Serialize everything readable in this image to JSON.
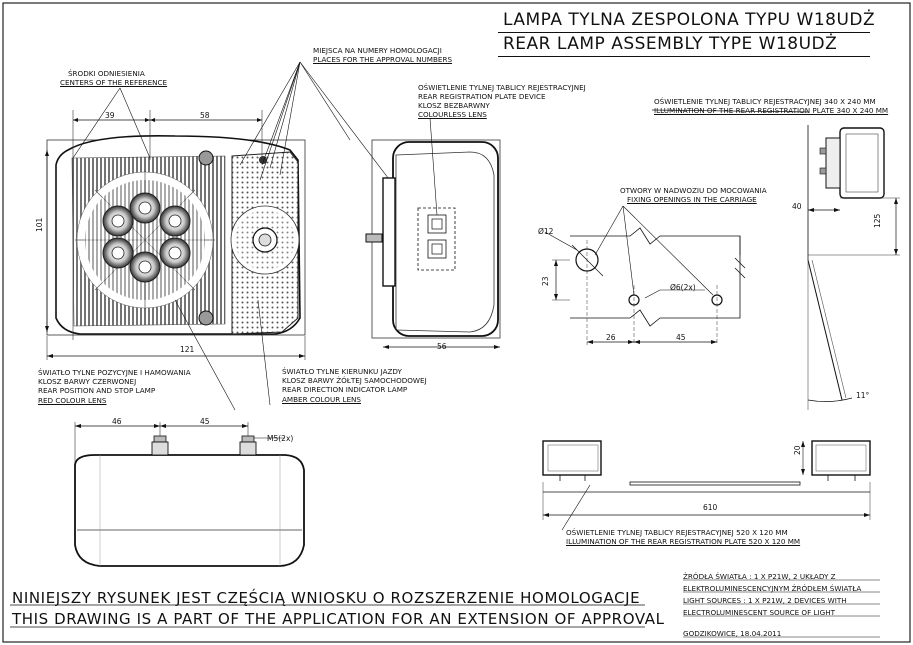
{
  "titles": {
    "pl": "LAMPA TYLNA ZESPOLONA TYPU W18UDŻ",
    "en": "REAR LAMP ASSEMBLY TYPE W18UDŻ"
  },
  "labels": {
    "reference_pl": "ŚRODKI ODNIESIENIA",
    "reference_en": "CENTERS OF THE REFERENCE",
    "approval_pl": "MIEJSCA NA NUMERY HOMOLOGACJI",
    "approval_en": "PLACES FOR THE APPROVAL NUMBERS",
    "plate_device_pl": "OŚWIETLENIE TYLNEJ TABLICY REJESTRACYJNEJ",
    "plate_device_en": "REAR REGISTRATION PLATE DEVICE",
    "colourless_pl": "KLOSZ BEZBARWNY",
    "colourless_en": "COLOURLESS LENS",
    "illum340_pl": "OŚWIETLENIE TYLNEJ TABLICY REJESTRACYJNEJ 340 X 240 MM",
    "illum340_en": "ILLUMINATION OF THE REAR REGISTRATION PLATE 340 X 240 MM",
    "fixing_pl": "OTWORY W NADWOZIU DO MOCOWANIA",
    "fixing_en": "FIXING OPENINGS IN THE CARRIAGE",
    "position_pl1": "ŚWIATŁO TYLNE POZYCYJNE I HAMOWANIA",
    "position_pl2": "KLOSZ BARWY CZERWONEJ",
    "position_en1": "REAR POSITION AND STOP LAMP",
    "position_en2": "RED COLOUR LENS",
    "indicator_pl1": "ŚWIATŁO TYLNE KIERUNKU JAZDY",
    "indicator_pl2": "KLOSZ BARWY ŻÓŁTEJ SAMOCHODOWEJ",
    "indicator_en1": "REAR DIRECTION INDICATOR LAMP",
    "indicator_en2": "AMBER COLOUR LENS",
    "illum520_pl": "OŚWIETLENIE TYLNEJ TABLICY REJESTRACYJNEJ 520 X 120 MM",
    "illum520_en": "ILLUMINATION OF THE REAR REGISTRATION PLATE 520 X 120 MM",
    "sources1": "ŹRÓDŁA ŚWIATŁA : 1 X P21W, 2 UKŁADY Z",
    "sources2": "ELEKTROLUMINESCENCYJNYM ŹRÓDŁEM ŚWIATŁA",
    "sources3": "LIGHT SOURCES : 1 X P21W, 2 DEVICES WITH",
    "sources4": "ELECTROLUMINESCENT SOURCE OF LIGHT",
    "date": "GODZIKOWICE,  18.04.2011"
  },
  "dimensions": {
    "d39": "39",
    "d58": "58",
    "d101": "101",
    "d121": "121",
    "d56": "56",
    "d46": "46",
    "d45a": "45",
    "m5": "M5(2x)",
    "d40": "40",
    "d125": "125",
    "d12": "Ø12",
    "d6": "Ø6(2x)",
    "d23": "23",
    "d26": "26",
    "d45b": "45",
    "d11": "11°",
    "d20": "20",
    "d610": "610"
  },
  "footer": {
    "pl": "NINIEJSZY RYSUNEK JEST CZĘŚCIĄ WNIOSKU O ROZSZERZENIE HOMOLOGACJE",
    "en": "THIS DRAWING IS A PART OF THE APPLICATION FOR AN EXTENSION OF APPROVAL"
  },
  "colors": {
    "ink": "#111111",
    "frame": "#222222"
  }
}
